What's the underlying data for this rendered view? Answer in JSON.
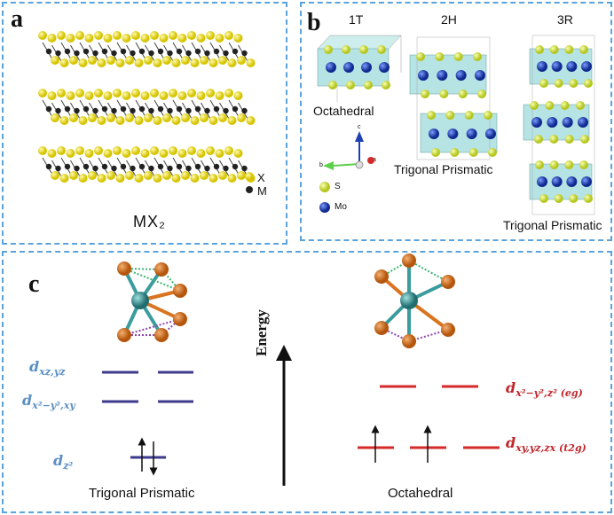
{
  "panel_a": {
    "label": "a",
    "legend_x": "X",
    "legend_m": "M",
    "formula": "MX₂"
  },
  "panel_b": {
    "label": "b",
    "phase_1t": "1T",
    "phase_2h": "2H",
    "phase_3r": "3R",
    "caption_1t": "Octahedral",
    "caption_2h": "Trigonal Prismatic",
    "caption_3r": "Trigonal Prismatic",
    "axis_c": "c",
    "axis_b": "b",
    "axis_a": "a",
    "legend_s": "S",
    "legend_mo": "Mo"
  },
  "panel_c": {
    "label": "c",
    "axis_label": "Energy",
    "left_caption": "Trigonal Prismatic",
    "right_caption": "Octahedral",
    "left_orbitals": [
      "d",
      "d",
      "d"
    ],
    "left_orbital_subs": [
      "xz,yz",
      "x²−y²,xy",
      "z²"
    ],
    "right_orbitals": [
      "d",
      "d"
    ],
    "right_orbital_subs": [
      "x²−y²,z² (eg)",
      "xy,yz,zx (t2g)"
    ]
  },
  "colors": {
    "panel_border": "#5aa3dc",
    "x_atom": "#f2e32a",
    "m_atom": "#222222",
    "mo_atom": "#1f3fb5",
    "s_atom": "#d8e83a",
    "prism_fill": "#5ec2c4",
    "tp_level": "#3d3a8c",
    "oct_level": "#d42a2a",
    "orbital_blue": "#5b8fc4",
    "orbital_red": "#c0262c",
    "ligand": "#d9741f",
    "center_atom": "#3a9c9c"
  }
}
